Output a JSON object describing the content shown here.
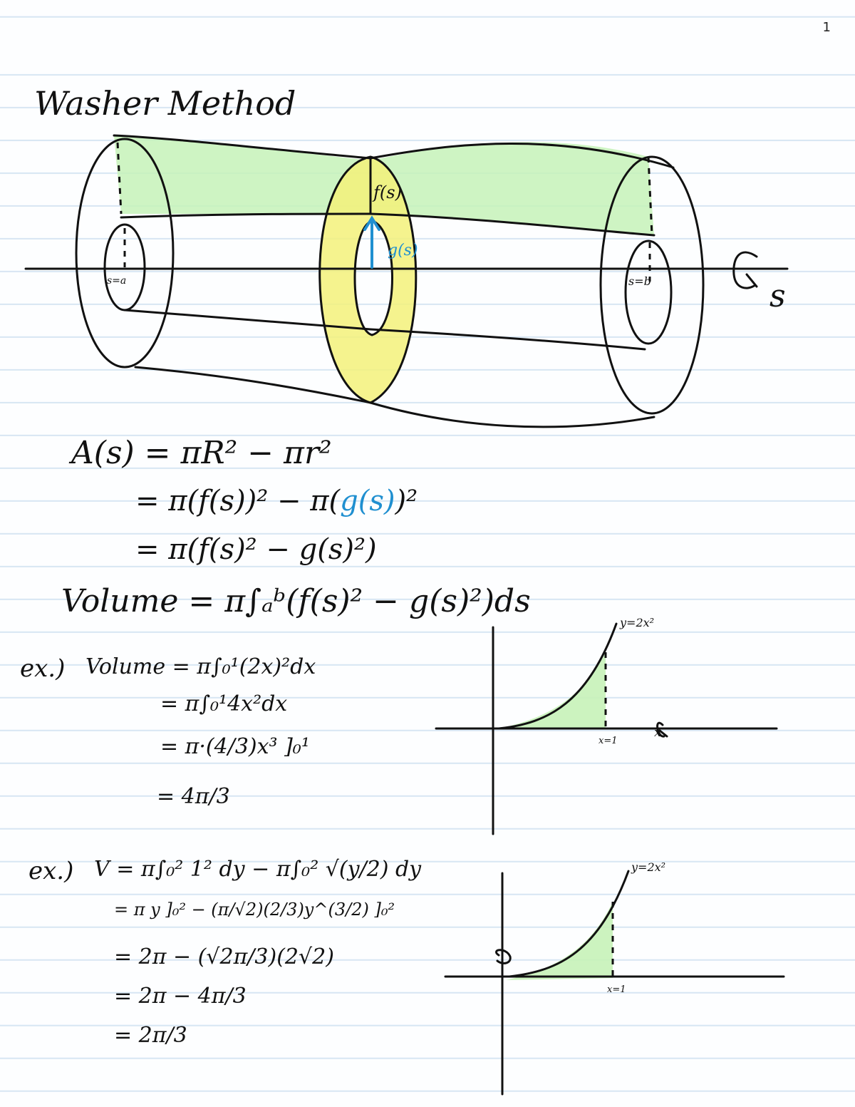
{
  "page_number": "1",
  "title": "Washer Method",
  "diagram": {
    "labels": {
      "top_radius": "f(s)",
      "inner_radius": "g(s)",
      "left_end": "s=a",
      "right_end": "s=b",
      "axis": "s"
    },
    "colors": {
      "outer_fill": "#c6f2b8",
      "cross_section": "#f3f17a",
      "inner_arrow": "#1f8fd0",
      "ink": "#111111"
    }
  },
  "derivation": {
    "line1": "A(s) = πR² − πr²",
    "line2_prefix": "= π(f(s))² − π(",
    "line2_blue": "g(s)",
    "line2_suffix": ")²",
    "line3": "= π(f(s)² − g(s)²)",
    "volume": "Volume = π∫ₐᵇ(f(s)² − g(s)²)ds"
  },
  "example1": {
    "label": "ex.)",
    "lines": [
      "Volume = π∫₀¹(2x)²dx",
      "= π∫₀¹4x²dx",
      "= π·(4/3)x³ ]₀¹",
      "= 4π/3"
    ],
    "graph": {
      "curve_label": "y=2x²",
      "x_label": "x=1",
      "axis_label": "x"
    }
  },
  "example2": {
    "label": "ex.)",
    "lines": [
      "V = π∫₀² 1² dy − π∫₀² √(y/2) dy",
      "= π y ]₀² − (π/√2)(2/3)y^(3/2) ]₀²",
      "= 2π − (√2π/3)(2√2)",
      "= 2π − 4π/3",
      "= 2π/3"
    ],
    "graph": {
      "curve_label": "y=2x²",
      "x_label": "x=1"
    }
  }
}
